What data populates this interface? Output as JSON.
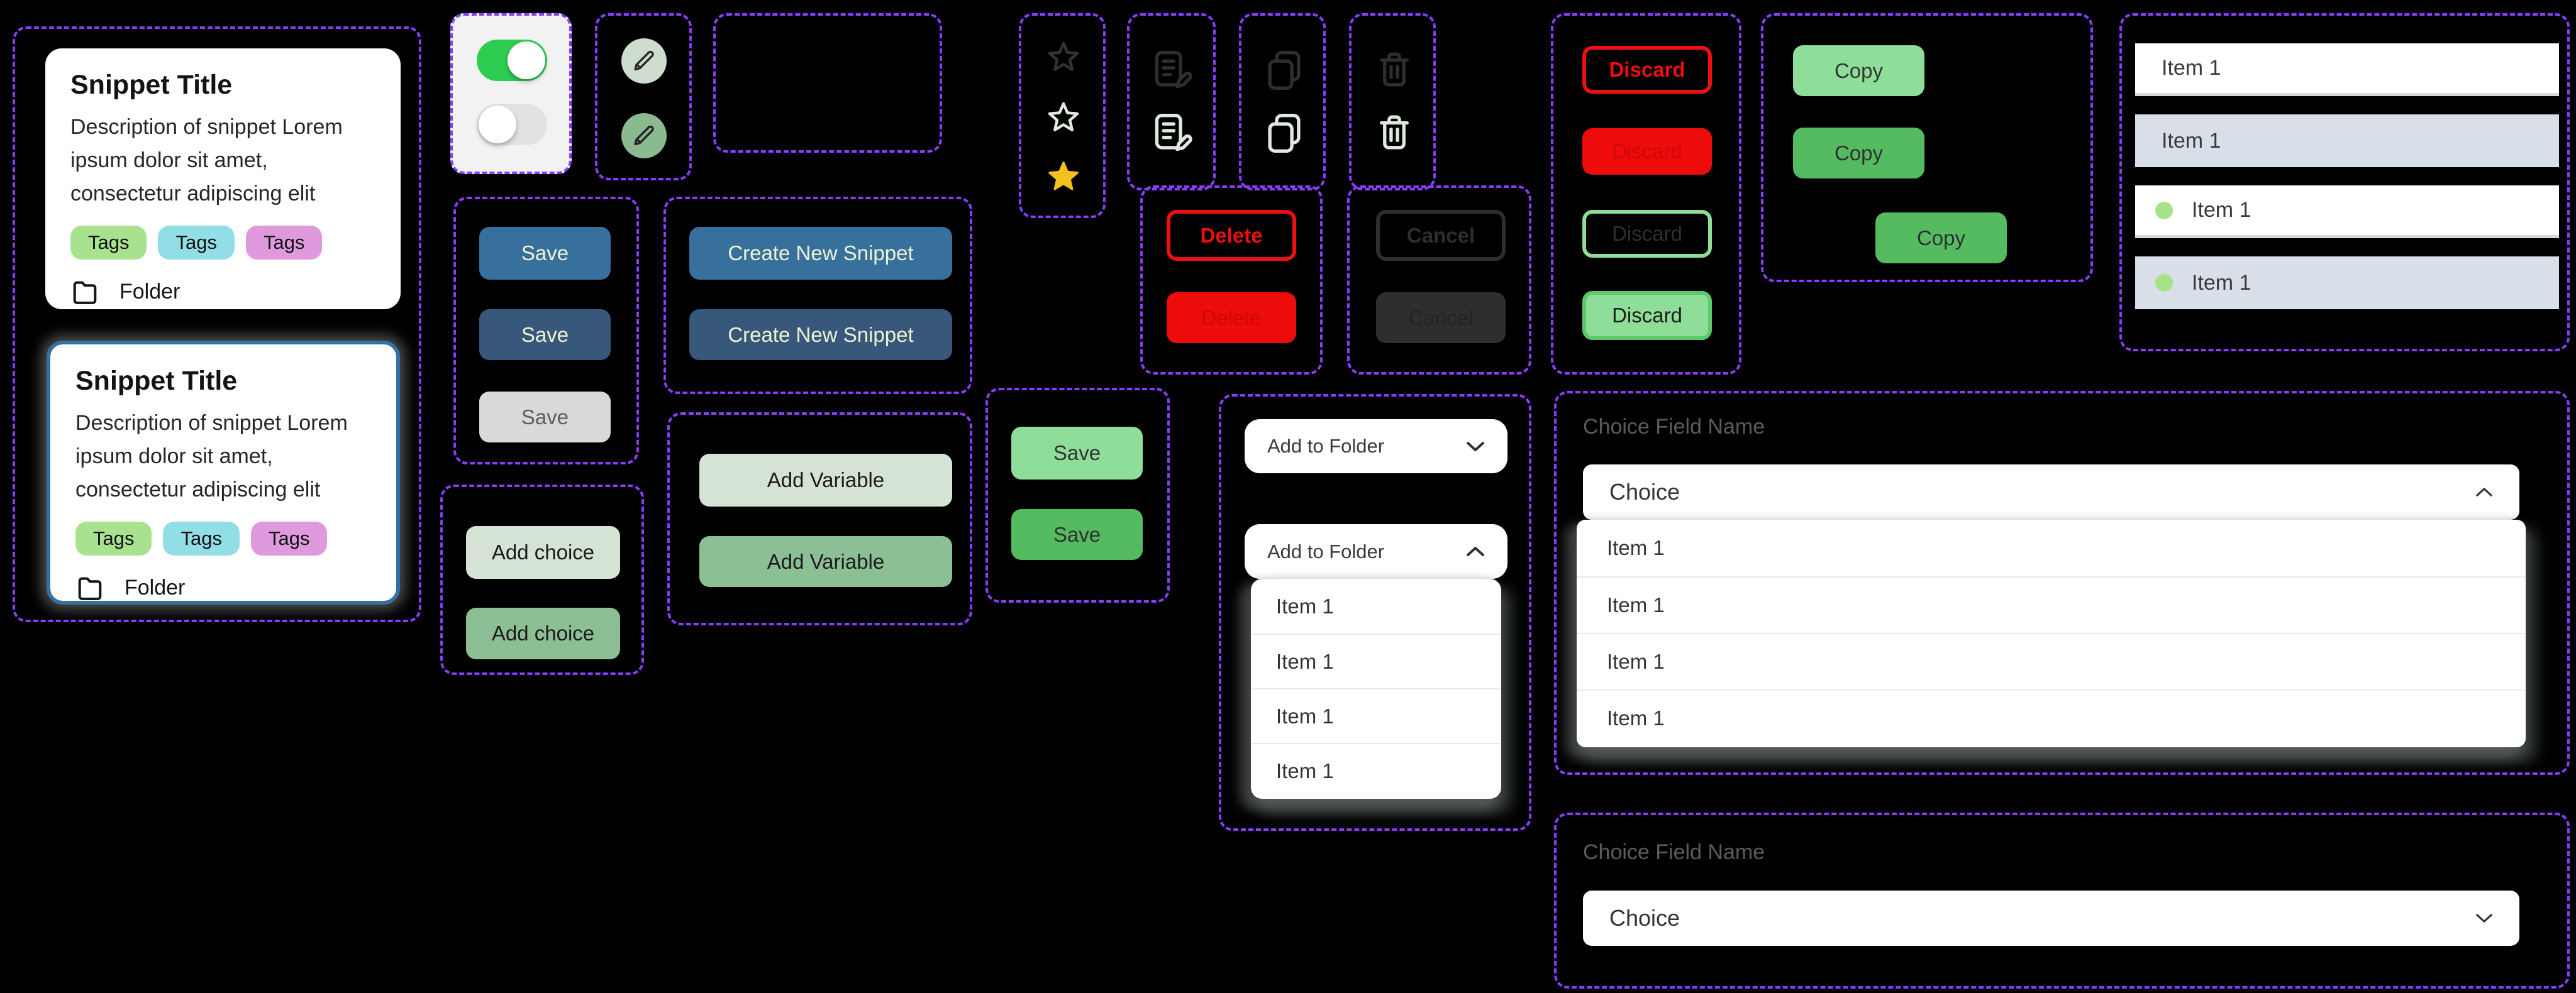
{
  "colors": {
    "outline_purple": "#8b3dff",
    "selected_card_border": "#3470a2",
    "toggle_on_green": "#2ecc51",
    "blue_primary": "#376f9d",
    "blue_dark": "#37587a",
    "disabled_gray": "#d9d9d9",
    "mint_light": "#d5e3d5",
    "sage_green": "#8cbf94",
    "green_light": "#8edd98",
    "green": "#55bb61",
    "red": "#ed0b0b",
    "dark_gray": "#2e2e2e",
    "star_gold": "#f2c11e",
    "tag_green": "#a9e28f",
    "tag_cyan": "#92dee6",
    "tag_pink": "#df9ade",
    "row_alt_gray": "#d9dfe8",
    "dot_green": "#a6e388",
    "button_text_cream": "#eff3d3"
  },
  "cards": {
    "title": "Snippet Title",
    "description": "Description of snippet Lorem ipsum dolor sit amet, consectetur adipiscing elit",
    "tags": [
      "Tags",
      "Tags",
      "Tags"
    ],
    "folder": "Folder"
  },
  "buttons": {
    "save": "Save",
    "create_snippet": "Create New Snippet",
    "add_choice": "Add choice",
    "add_variable": "Add Variable",
    "delete": "Delete",
    "cancel": "Cancel",
    "discard": "Discard",
    "copy": "Copy"
  },
  "icons": {
    "toggle": "toggle-switch",
    "pencil": "pencil-icon",
    "star": "star-icon",
    "edit_document": "edit-document-icon",
    "copy": "copy-icon",
    "trash": "trash-icon",
    "folder": "folder-icon",
    "chevron_down": "chevron-down-icon",
    "chevron_up": "chevron-up-icon"
  },
  "item_list": [
    "Item 1",
    "Item 1",
    "Item 1",
    "Item 1"
  ],
  "folder_dropdown": {
    "value": "Add to Folder",
    "items": [
      "Item 1",
      "Item 1",
      "Item 1",
      "Item 1"
    ]
  },
  "choice_field": {
    "label": "Choice Field Name",
    "value": "Choice",
    "items": [
      "Item 1",
      "Item 1",
      "Item 1",
      "Item 1"
    ]
  }
}
